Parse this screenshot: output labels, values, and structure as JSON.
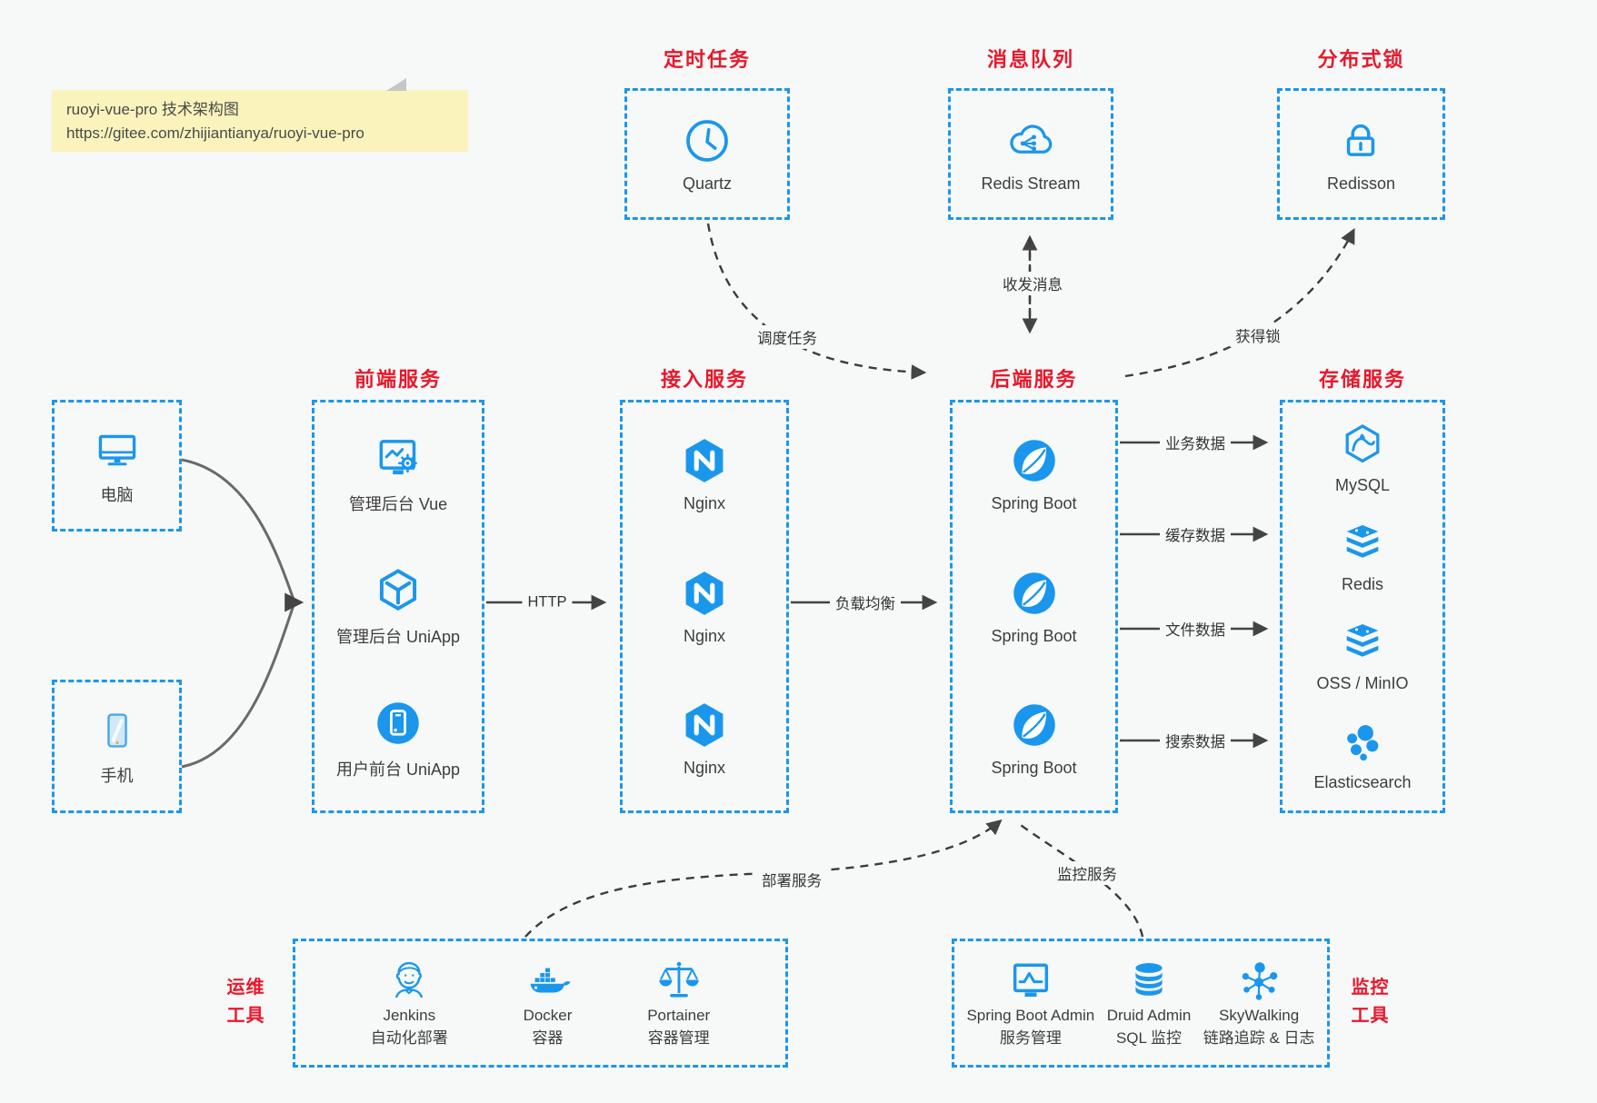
{
  "colors": {
    "accent_blue": "#1a97ec",
    "title_red": "#e7182b",
    "note_bg": "#faf3bb",
    "canvas_bg": "#f7f8f8",
    "arrow_dark": "#444444"
  },
  "note": {
    "line1": "ruoyi-vue-pro 技术架构图",
    "line2": "https://gitee.com/zhijiantianya/ruoyi-vue-pro"
  },
  "groups": {
    "scheduled_job": {
      "title": "定时任务",
      "items": [
        {
          "label": "Quartz",
          "icon": "clock-icon"
        }
      ]
    },
    "message_queue": {
      "title": "消息队列",
      "items": [
        {
          "label": "Redis Stream",
          "icon": "cloud-share-icon"
        }
      ]
    },
    "distributed_lock": {
      "title": "分布式锁",
      "items": [
        {
          "label": "Redisson",
          "icon": "lock-icon"
        }
      ]
    },
    "clients": {
      "items": [
        {
          "label": "电脑",
          "icon": "desktop-icon"
        },
        {
          "label": "手机",
          "icon": "smartphone-icon"
        }
      ]
    },
    "frontend": {
      "title": "前端服务",
      "items": [
        {
          "label": "管理后台 Vue",
          "icon": "admin-vue-icon"
        },
        {
          "label": "管理后台 UniApp",
          "icon": "uniapp-cube-icon"
        },
        {
          "label": "用户前台 UniApp",
          "icon": "user-app-icon"
        }
      ]
    },
    "access": {
      "title": "接入服务",
      "items": [
        {
          "label": "Nginx",
          "icon": "nginx-icon"
        },
        {
          "label": "Nginx",
          "icon": "nginx-icon"
        },
        {
          "label": "Nginx",
          "icon": "nginx-icon"
        }
      ]
    },
    "backend": {
      "title": "后端服务",
      "items": [
        {
          "label": "Spring Boot",
          "icon": "spring-boot-icon"
        },
        {
          "label": "Spring Boot",
          "icon": "spring-boot-icon"
        },
        {
          "label": "Spring Boot",
          "icon": "spring-boot-icon"
        }
      ]
    },
    "storage": {
      "title": "存储服务",
      "items": [
        {
          "label": "MySQL",
          "icon": "mysql-icon"
        },
        {
          "label": "Redis",
          "icon": "redis-stack-icon"
        },
        {
          "label": "OSS / MinIO",
          "icon": "oss-minio-stack-icon"
        },
        {
          "label": "Elasticsearch",
          "icon": "elasticsearch-icon"
        }
      ]
    },
    "ops_tools": {
      "title_line1": "运维",
      "title_line2": "工具",
      "items": [
        {
          "name": "Jenkins",
          "desc": "自动化部署",
          "icon": "jenkins-icon"
        },
        {
          "name": "Docker",
          "desc": "容器",
          "icon": "docker-whale-icon"
        },
        {
          "name": "Portainer",
          "desc": "容器管理",
          "icon": "portainer-scales-icon"
        }
      ]
    },
    "monitor_tools": {
      "title_line1": "监控",
      "title_line2": "工具",
      "items": [
        {
          "name": "Spring Boot Admin",
          "desc": "服务管理",
          "icon": "spring-boot-admin-icon"
        },
        {
          "name": "Druid Admin",
          "desc": "SQL 监控",
          "icon": "druid-database-icon"
        },
        {
          "name": "SkyWalking",
          "desc": "链路追踪 & 日志",
          "icon": "skywalking-icon"
        }
      ]
    }
  },
  "edges": {
    "schedule": {
      "label": "调度任务"
    },
    "messages": {
      "label": "收发消息"
    },
    "acquire_lock": {
      "label": "获得锁"
    },
    "http": {
      "label": "HTTP"
    },
    "load_balance": {
      "label": "负载均衡"
    },
    "business_data": {
      "label": "业务数据"
    },
    "cache_data": {
      "label": "缓存数据"
    },
    "file_data": {
      "label": "文件数据"
    },
    "search_data": {
      "label": "搜索数据"
    },
    "deploy": {
      "label": "部署服务"
    },
    "monitor": {
      "label": "监控服务"
    }
  }
}
